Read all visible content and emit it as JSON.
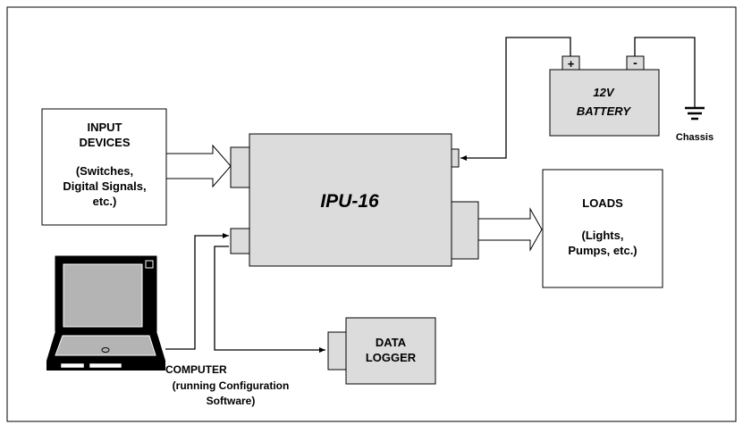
{
  "input_devices": {
    "title_line1": "INPUT",
    "title_line2": "DEVICES",
    "detail_line1": "(Switches,",
    "detail_line2": "Digital Signals,",
    "detail_line3": "etc.)"
  },
  "ipu": {
    "label": "IPU-16"
  },
  "battery": {
    "line1": "12V",
    "line2": "BATTERY",
    "positive": "+",
    "negative": "-"
  },
  "chassis": {
    "label": "Chassis"
  },
  "loads": {
    "title": "LOADS",
    "detail_line1": "(Lights,",
    "detail_line2": "Pumps, etc.)"
  },
  "data_logger": {
    "line1": "DATA",
    "line2": "LOGGER"
  },
  "computer": {
    "line1": "COMPUTER",
    "line2": "(running Configuration",
    "line3": "Software)"
  },
  "colors": {
    "box_fill": "#ffffff",
    "device_fill": "#dcdcdc",
    "stroke": "#000000",
    "laptop_screen": "#b4b4b4",
    "laptop_body": "#000000"
  }
}
